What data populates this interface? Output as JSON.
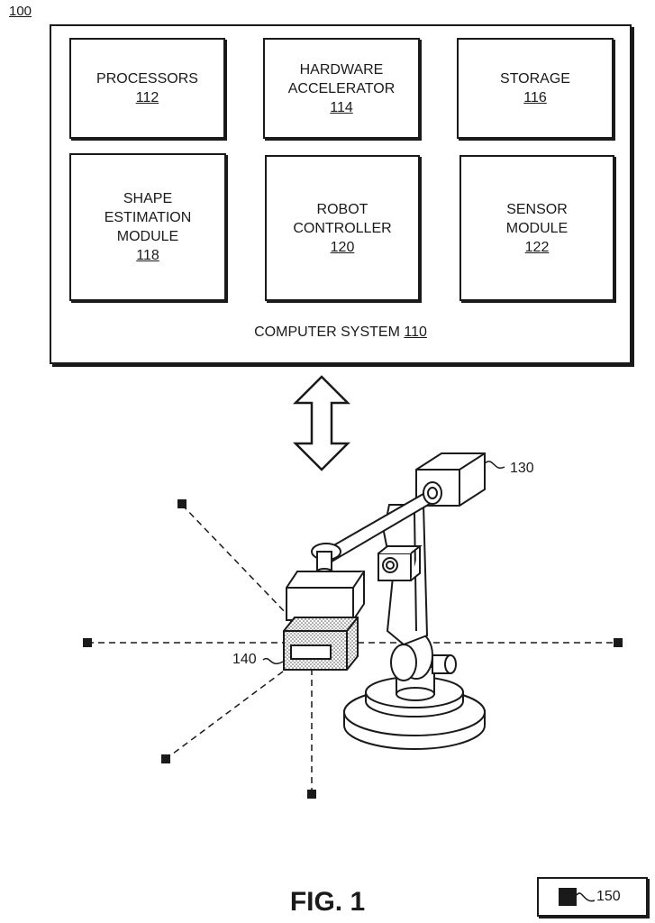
{
  "diagram_ref": "100",
  "computer_system": {
    "label": "COMPUTER SYSTEM",
    "ref": "110",
    "modules": [
      {
        "name": "PROCESSORS",
        "ref": "112"
      },
      {
        "name": "HARDWARE\nACCELERATOR",
        "ref": "114"
      },
      {
        "name": "STORAGE",
        "ref": "116"
      },
      {
        "name": "SHAPE\nESTIMATION\nMODULE",
        "ref": "118"
      },
      {
        "name": "ROBOT\nCONTROLLER",
        "ref": "120"
      },
      {
        "name": "SENSOR\nMODULE",
        "ref": "122"
      }
    ]
  },
  "robot": {
    "ref": "130"
  },
  "object": {
    "ref": "140"
  },
  "legend": {
    "ref": "150"
  },
  "figure_label": "FIG. 1"
}
